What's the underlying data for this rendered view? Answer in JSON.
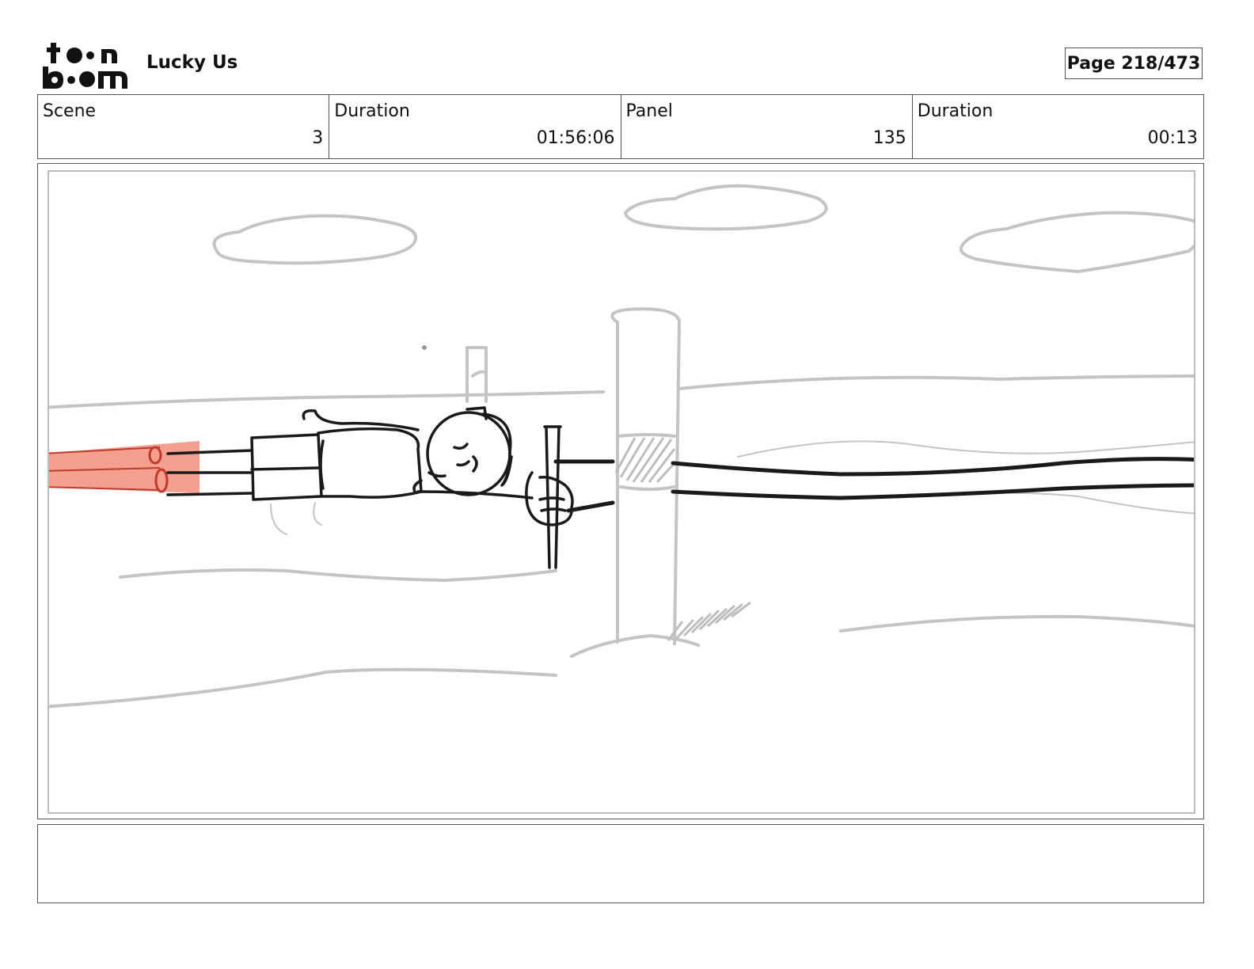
{
  "header": {
    "logo_text_top": "toon",
    "logo_text_bottom": "boom",
    "project_title": "Lucky Us",
    "page_label": "Page 218/473"
  },
  "info": [
    {
      "label": "Scene",
      "value": "3"
    },
    {
      "label": "Duration",
      "value": "01:56:06"
    },
    {
      "label": "Panel",
      "value": "135"
    },
    {
      "label": "Duration",
      "value": "00:13"
    }
  ],
  "notes": {
    "text": ""
  },
  "colors": {
    "sketch_gray": "#c4c4c4",
    "ink": "#1a1a1a",
    "legs_fill": "#f4a090",
    "legs_stroke": "#c0392b"
  }
}
